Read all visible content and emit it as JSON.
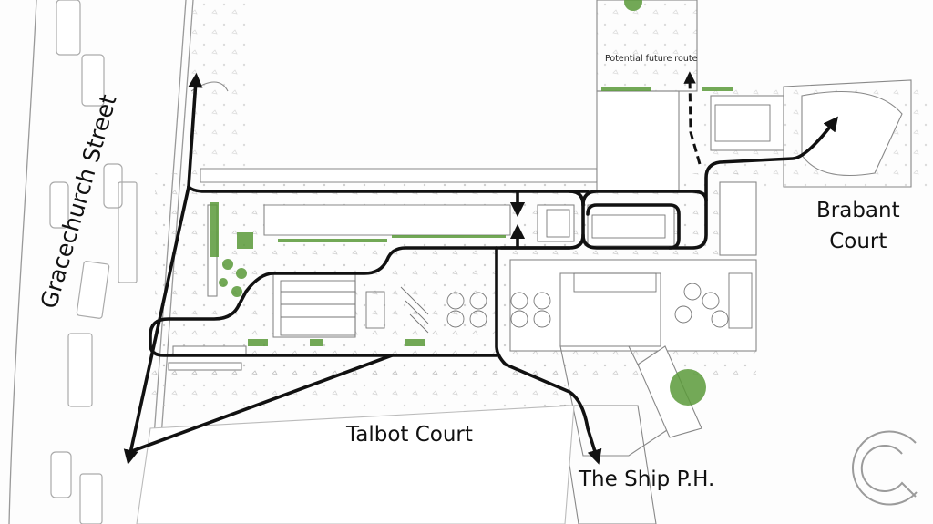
{
  "map": {
    "type": "site plan",
    "labels": {
      "gracechurch_street": "Gracechurch Street",
      "brabant_court": "Brabant\nCourt",
      "talbot_court": "Talbot Court",
      "the_ship": "The Ship P.H.",
      "potential_future_route": "Potential future route"
    },
    "colors": {
      "route": "#111111",
      "planting": "#5a9a3a",
      "linework": "#9a9a9a",
      "logo": "#8a8a8a"
    },
    "routes": [
      {
        "name": "gracechurch-north-spur",
        "style": "solid"
      },
      {
        "name": "gracechurch-south-spur",
        "style": "solid"
      },
      {
        "name": "northern-loop",
        "style": "solid"
      },
      {
        "name": "southern-loop",
        "style": "solid"
      },
      {
        "name": "brabant-court-route",
        "style": "solid"
      },
      {
        "name": "the-ship-route",
        "style": "solid"
      },
      {
        "name": "potential-future-route",
        "style": "dashed"
      }
    ]
  }
}
